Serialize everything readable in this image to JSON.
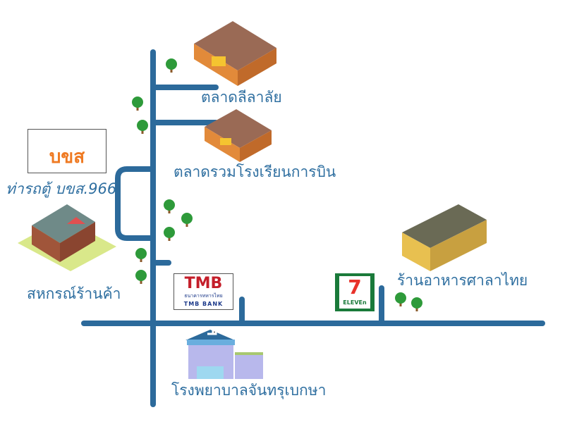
{
  "places": {
    "market_1": "ตลาดลีลาลัย",
    "market_2": "ตลาดรวมโรงเรียนการบิน",
    "bus_stop": "ท่ารถตู้ บขส.966",
    "coop_store": "สหกรณ์ร้านค้า",
    "restaurant": "ร้านอาหารศาลาไทย",
    "hospital": "โรงพยาบาลจันทรุเบกษา"
  },
  "logos": {
    "bks": "บขส",
    "tmb": "TMB",
    "tmb_thai": "ธนาคารทหารไทย",
    "tmb_bank": "TMB BANK",
    "seven": "7",
    "eleven": "ELEVEn"
  },
  "colors": {
    "road": "#2c6a9b",
    "label": "#2f6fa0",
    "tree": "#2e9a3a"
  }
}
